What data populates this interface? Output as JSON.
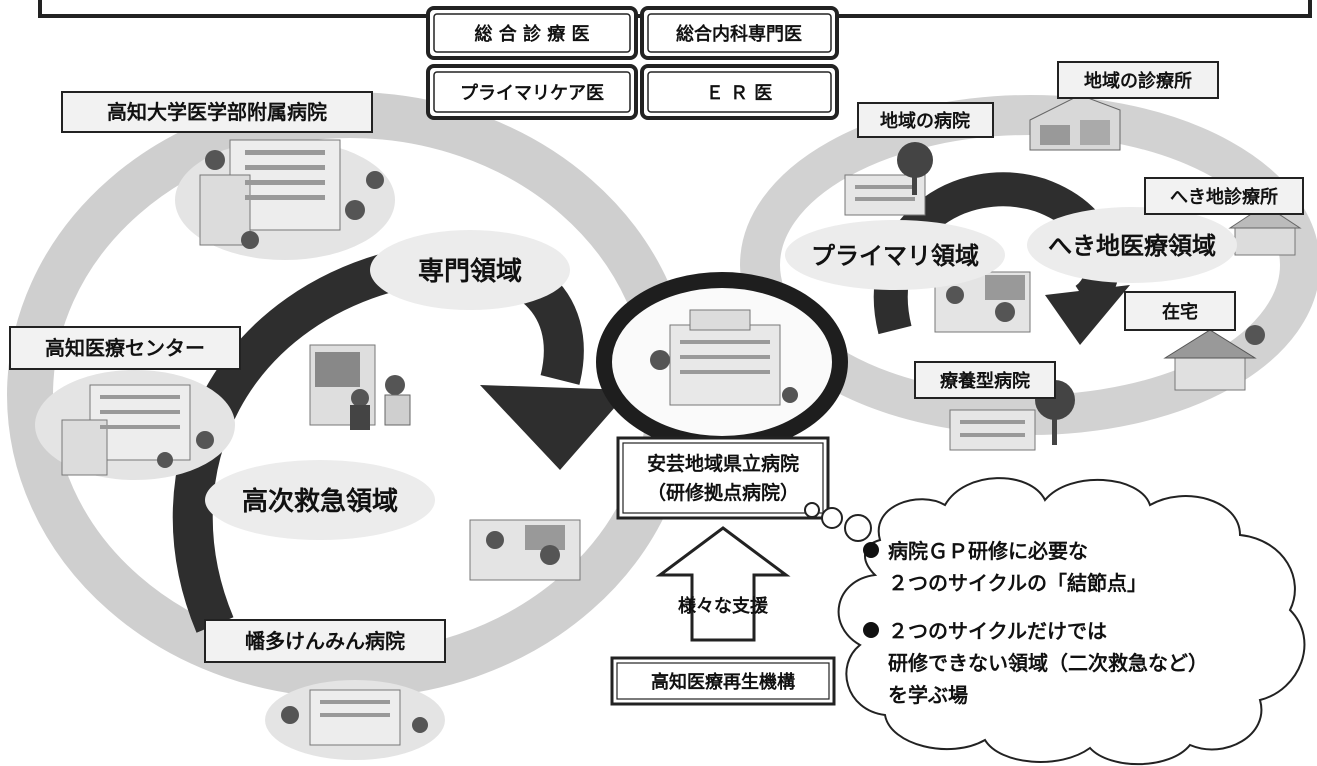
{
  "specialties": {
    "general_practitioner": "総 合 診 療 医",
    "general_internal_medicine": "総合内科専門医",
    "primary_care": "プライマリケア医",
    "er": "Ｅ Ｒ 医"
  },
  "left_cycle": {
    "hospitals": {
      "kochi_univ": "高知大学医学部附属病院",
      "kochi_medical_center": "高知医療センター",
      "hata_kenmin": "幡多けんみん病院"
    },
    "domains": {
      "specialty": "専門領域",
      "advanced_emergency": "高次救急領域"
    }
  },
  "right_cycle": {
    "facilities": {
      "community_clinic": "地域の診療所",
      "community_hospital": "地域の病院",
      "remote_clinic": "へき地診療所",
      "home": "在宅",
      "recuperation_hospital": "療養型病院"
    },
    "domains": {
      "primary": "プライマリ領域",
      "remote_area": "へき地医療領域"
    }
  },
  "center": {
    "line1": "安芸地域県立病院",
    "line2": "（研修拠点病院）"
  },
  "support": {
    "label": "様々な支援",
    "organization": "高知医療再生機構"
  },
  "cloud": {
    "bullet1_line1": "病院ＧＰ研修に必要な",
    "bullet1_line2": "２つのサイクルの「結節点」",
    "bullet2_line1": "２つのサイクルだけでは",
    "bullet2_line2": "研修できない領域（二次救急など）",
    "bullet2_line3": "を学ぶ場"
  }
}
